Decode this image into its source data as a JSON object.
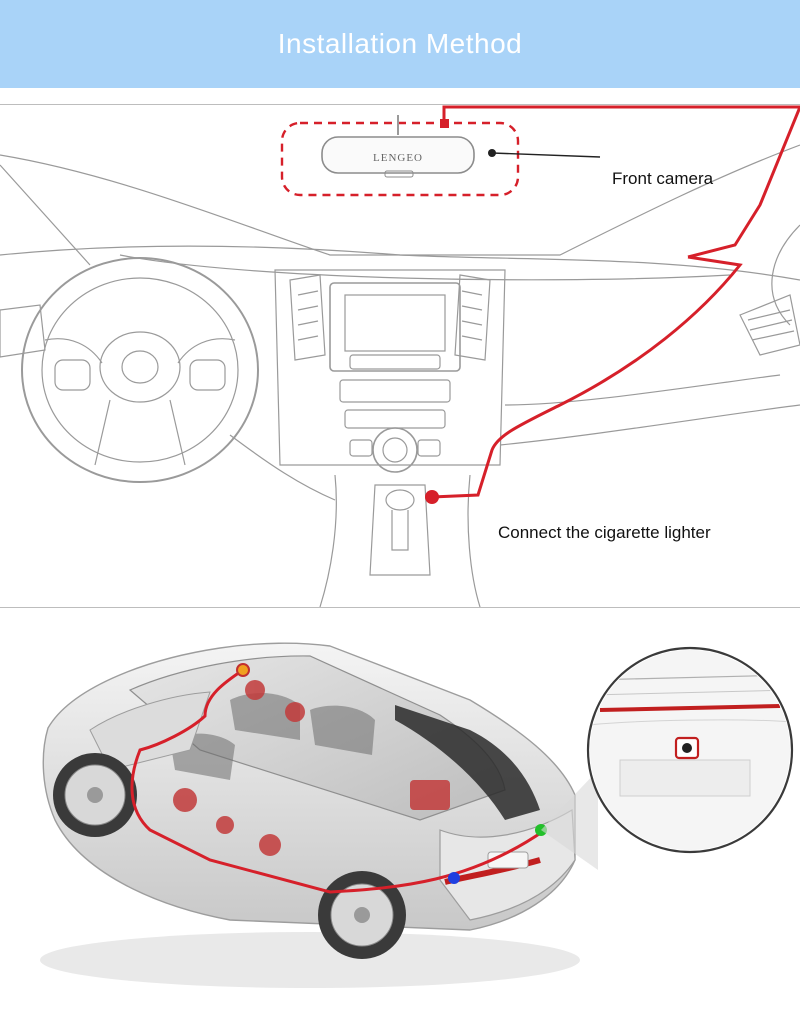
{
  "header": {
    "title": "Installation Method"
  },
  "dashboard": {
    "mirror_brand": "LENGEO",
    "front_camera_label": "Front camera",
    "cigarette_lighter_label": "Connect the cigarette lighter"
  },
  "colors": {
    "header_bg": "#a9d3f8",
    "cable_red": "#d6202a",
    "marker_orange": "#f0a020",
    "marker_blue": "#1f3fe0",
    "marker_green": "#22c02a"
  }
}
